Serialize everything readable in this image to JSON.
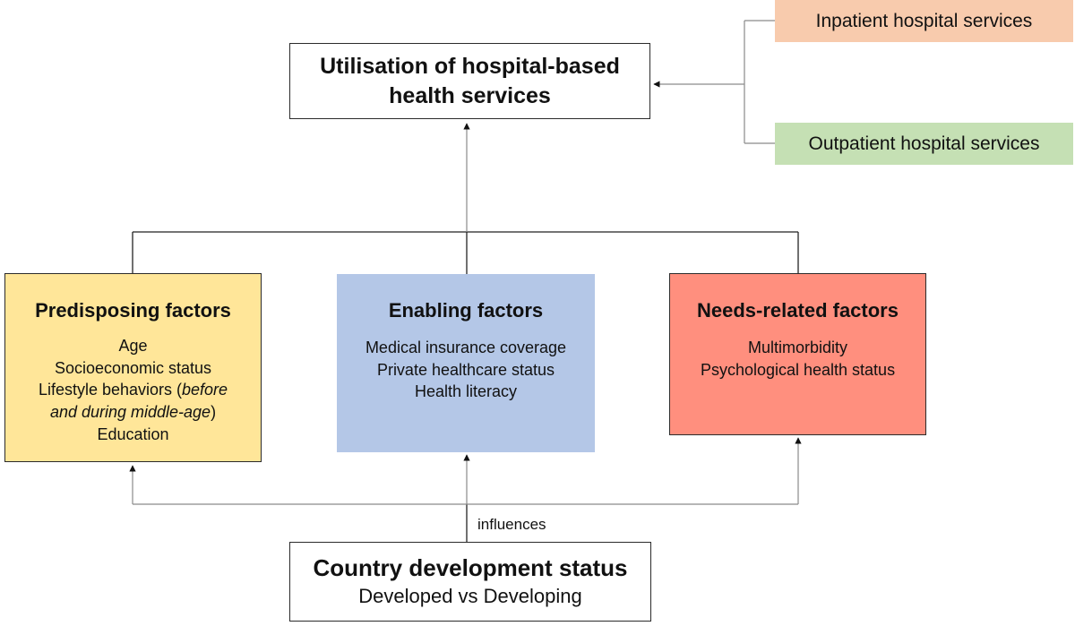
{
  "utilisation": {
    "title_line1": "Utilisation of hospital-based",
    "title_line2": "health services"
  },
  "services": {
    "inpatient": "Inpatient hospital services",
    "outpatient": "Outpatient hospital services"
  },
  "predisposing": {
    "title": "Predisposing factors",
    "item_age": "Age",
    "item_ses": "Socioeconomic status",
    "item_lifestyle_a": "Lifestyle behaviors (",
    "item_lifestyle_b": "before",
    "item_lifestyle_c": "and during middle-age",
    "item_lifestyle_d": ")",
    "item_education": "Education"
  },
  "enabling": {
    "title": "Enabling factors",
    "items": [
      "Medical insurance coverage",
      "Private healthcare status",
      "Health literacy"
    ]
  },
  "needs": {
    "title": "Needs-related factors",
    "items": [
      "Multimorbidity",
      "Psychological health status"
    ]
  },
  "influences_label": "influences",
  "country": {
    "title": "Country development status",
    "subtitle": "Developed vs Developing"
  },
  "colors": {
    "inpatient_fill": "#f8cbad",
    "outpatient_fill": "#c5e0b4",
    "predisposing_fill": "#ffe699",
    "enabling_fill": "#b4c7e7",
    "needs_fill": "#ff8f7e",
    "line_main": "#222222",
    "line_light": "#8a8a8a"
  }
}
